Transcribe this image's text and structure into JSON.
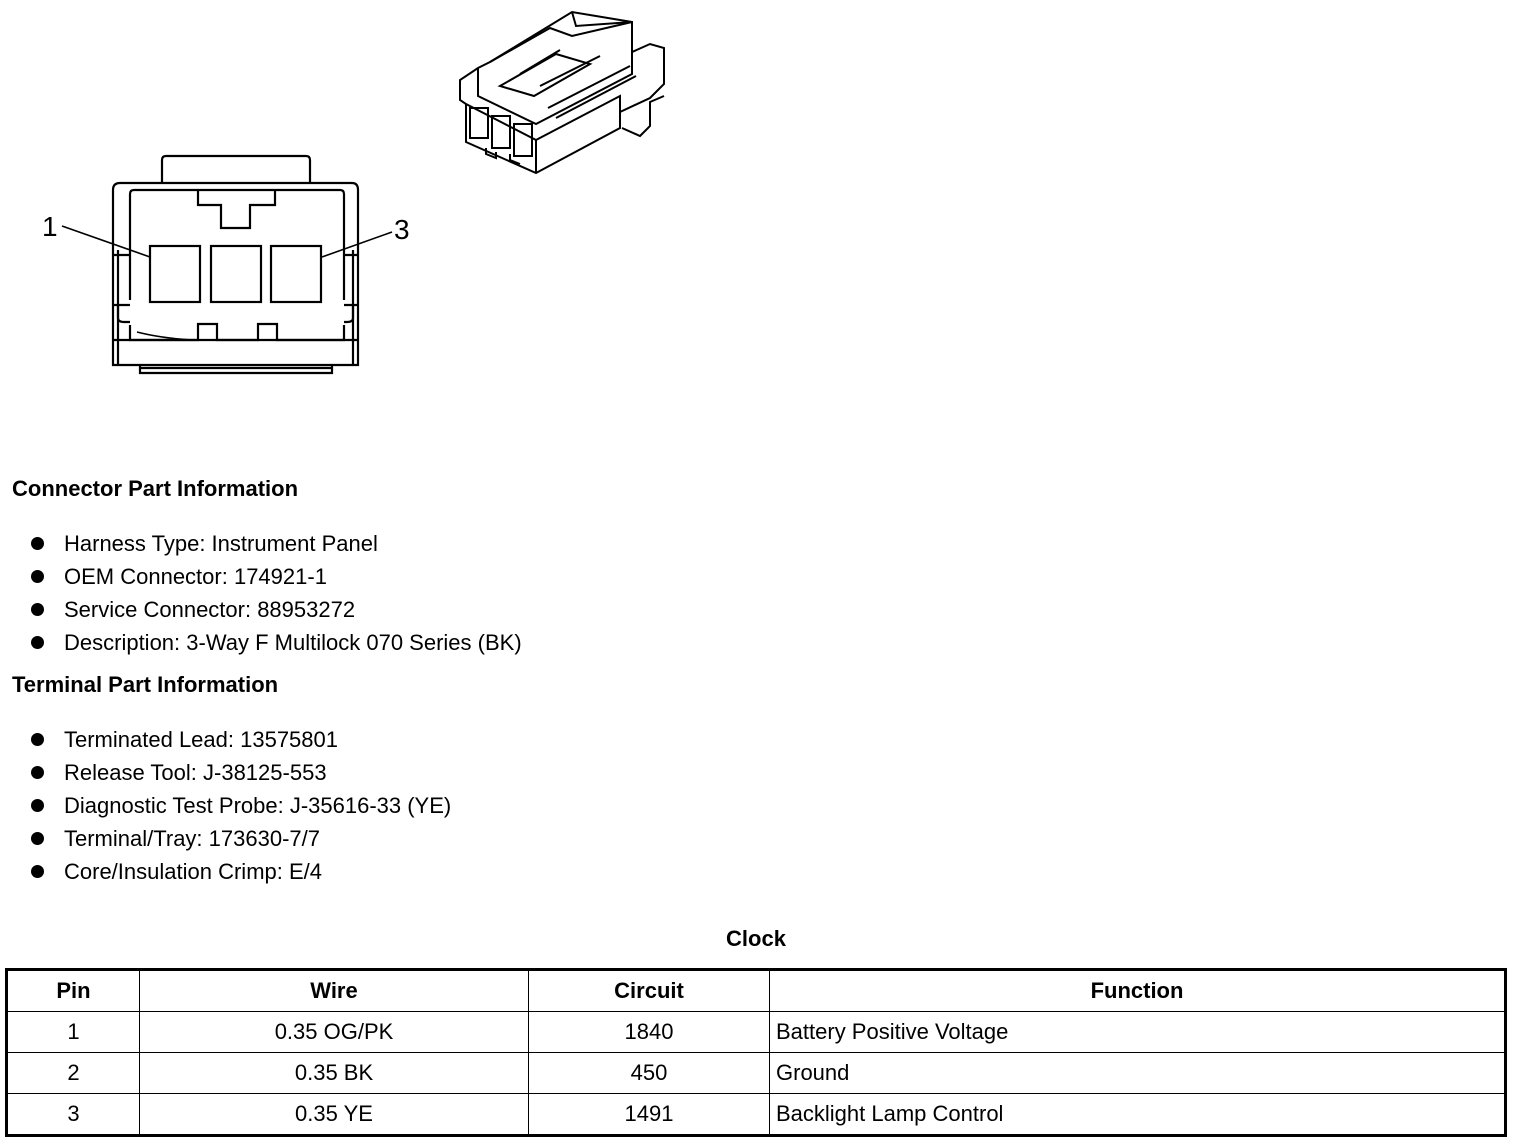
{
  "diagram": {
    "pin_labels": [
      "1",
      "3"
    ]
  },
  "connector_info": {
    "heading": "Connector Part Information",
    "items": [
      "Harness Type: Instrument Panel",
      "OEM Connector: 174921-1",
      "Service Connector: 88953272",
      "Description: 3-Way F Multilock 070 Series (BK)"
    ]
  },
  "terminal_info": {
    "heading": "Terminal Part Information",
    "items": [
      "Terminated Lead: 13575801",
      "Release Tool: J-38125-553",
      "Diagnostic Test Probe: J-35616-33 (YE)",
      "Terminal/Tray: 173630-7/7",
      "Core/Insulation Crimp: E/4"
    ]
  },
  "table": {
    "title": "Clock",
    "headers": [
      "Pin",
      "Wire",
      "Circuit",
      "Function"
    ],
    "rows": [
      [
        "1",
        "0.35 OG/PK",
        "1840",
        "Battery Positive Voltage"
      ],
      [
        "2",
        "0.35 BK",
        "450",
        "Ground"
      ],
      [
        "3",
        "0.35 YE",
        "1491",
        "Backlight Lamp Control"
      ]
    ]
  }
}
